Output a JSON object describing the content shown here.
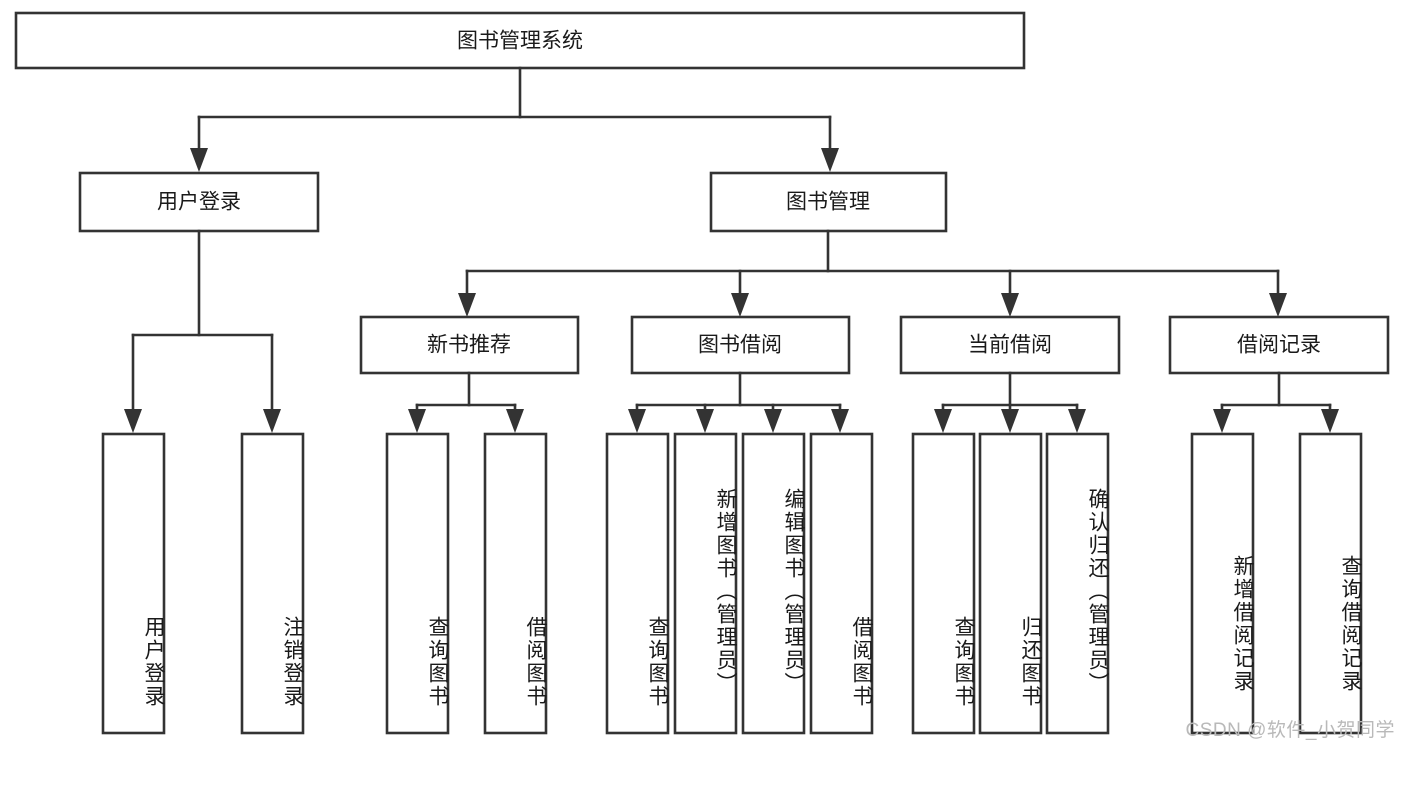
{
  "diagram": {
    "type": "tree-hierarchy-chart",
    "title_node": {
      "label": "图书管理系统"
    },
    "level2": [
      {
        "label": "用户登录"
      },
      {
        "label": "图书管理"
      }
    ],
    "level3": [
      {
        "label": "新书推荐"
      },
      {
        "label": "图书借阅"
      },
      {
        "label": "当前借阅"
      },
      {
        "label": "借阅记录"
      }
    ],
    "leaves": {
      "user_login": [
        {
          "label": "用户登录"
        },
        {
          "label": "注销登录"
        }
      ],
      "new_book_recommend": [
        {
          "label": "查询图书"
        },
        {
          "label": "借阅图书"
        }
      ],
      "book_borrow": [
        {
          "label": "查询图书"
        },
        {
          "label": "新增图书（管理员）"
        },
        {
          "label": "编辑图书（管理员）"
        },
        {
          "label": "借阅图书"
        }
      ],
      "current_borrow": [
        {
          "label": "查询图书"
        },
        {
          "label": "归还图书"
        },
        {
          "label": "确认归还（管理员）"
        }
      ],
      "borrow_record": [
        {
          "label": "新增借阅记录"
        },
        {
          "label": "查询借阅记录"
        }
      ]
    }
  },
  "watermark": {
    "text": "CSDN @软件_小贺同学"
  },
  "colors": {
    "stroke": "#333333",
    "box_fill": "#ffffff",
    "text": "#1a1a1a",
    "watermark": "#b9b9b9",
    "background": "#ffffff"
  }
}
